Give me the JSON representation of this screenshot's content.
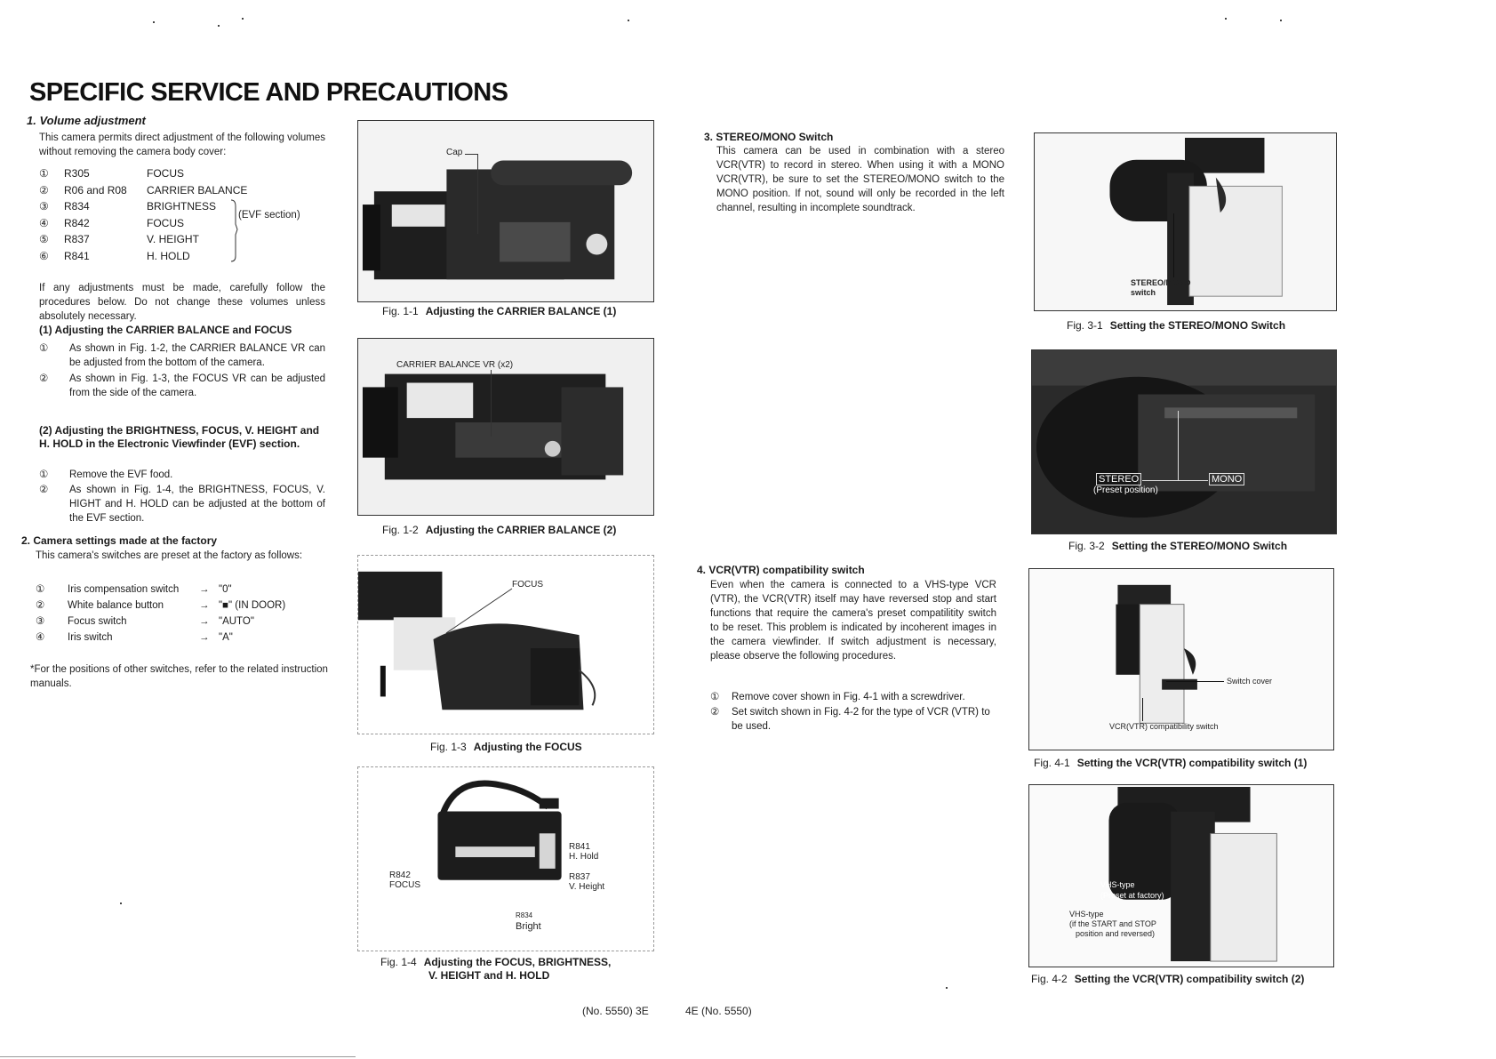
{
  "page_title": "SPECIFIC SERVICE AND PRECAUTIONS",
  "s1": {
    "heading": "1.  Volume adjustment",
    "intro": "This camera permits direct adjustment of the following volumes without removing the camera body cover:",
    "volumes": [
      {
        "num": "①",
        "ref": "R305",
        "fn": "FOCUS"
      },
      {
        "num": "②",
        "ref": "R06 and R08",
        "fn": "CARRIER BALANCE"
      },
      {
        "num": "③",
        "ref": "R834",
        "fn": "BRIGHTNESS"
      },
      {
        "num": "④",
        "ref": "R842",
        "fn": "FOCUS"
      },
      {
        "num": "⑤",
        "ref": "R837",
        "fn": "V. HEIGHT"
      },
      {
        "num": "⑥",
        "ref": "R841",
        "fn": "H. HOLD"
      }
    ],
    "evf_note": "(EVF section)",
    "caution": "If any adjustments must be made, carefully follow the procedures below.  Do not change these volumes unless absolutely necessary.",
    "sub1_heading": "(1)  Adjusting the CARRIER BALANCE and FOCUS",
    "sub1_items": [
      {
        "num": "①",
        "text": "As shown in Fig. 1-2, the CARRIER BALANCE VR can be adjusted from the bottom of the camera."
      },
      {
        "num": "②",
        "text": "As shown in Fig. 1-3, the FOCUS VR can be adjusted from the side of the camera."
      }
    ],
    "sub2_heading": "(2)  Adjusting the BRIGHTNESS, FOCUS, V. HEIGHT and H. HOLD in the Electronic Viewfinder (EVF) section.",
    "sub2_items": [
      {
        "num": "①",
        "text": "Remove the EVF food."
      },
      {
        "num": "②",
        "text": "As shown in Fig. 1-4, the BRIGHTNESS, FOCUS, V. HIGHT and H. HOLD can be adjusted at the bottom of the EVF section."
      }
    ]
  },
  "s2": {
    "heading": "2.  Camera settings made at the factory",
    "intro": "This camera's switches are preset at the factory as follows:",
    "settings": [
      {
        "num": "①",
        "name": "Iris compensation switch",
        "arrow": "→",
        "value": "\"0\""
      },
      {
        "num": "②",
        "name": "White balance button",
        "arrow": "→",
        "value": "\"■\" (IN DOOR)"
      },
      {
        "num": "③",
        "name": "Focus switch",
        "arrow": "→",
        "value": "\"AUTO\""
      },
      {
        "num": "④",
        "name": "Iris switch",
        "arrow": "→",
        "value": "\"A\""
      }
    ],
    "note": "*For the positions of other switches, refer to the related instruction manuals."
  },
  "s3": {
    "heading": "3.  STEREO/MONO Switch",
    "text": "This camera can be used in combination with a stereo VCR(VTR) to record in stereo. When using it with a MONO VCR(VTR), be sure to set the STEREO/MONO switch to the MONO position. If not, sound will only be recorded in the left channel, resulting in incomplete soundtrack."
  },
  "s4": {
    "heading": "4.  VCR(VTR) compatibility switch",
    "text": "Even when the camera is connected to a VHS-type VCR (VTR), the VCR(VTR) itself may have reversed stop and start functions that require the camera's preset compatilitity switch to be reset. This problem is indicated by incoherent images in the camera viewfinder. If switch adjustment is necessary, please observe the following procedures.",
    "items": [
      {
        "num": "①",
        "text": "Remove cover shown in Fig. 4-1 with a screwdriver."
      },
      {
        "num": "②",
        "text": "Set switch shown in Fig. 4-2 for the type of VCR (VTR) to be used."
      }
    ]
  },
  "figures": {
    "f11": {
      "no": "Fig. 1-1",
      "caption": "Adjusting the CARRIER BALANCE (1)",
      "label_cap": "Cap"
    },
    "f12": {
      "no": "Fig. 1-2",
      "caption": "Adjusting the CARRIER BALANCE (2)",
      "label": "CARRIER BALANCE VR (x2)"
    },
    "f13": {
      "no": "Fig. 1-3",
      "caption": "Adjusting the FOCUS",
      "label": "FOCUS"
    },
    "f14": {
      "no": "Fig. 1-4",
      "caption_l1": "Adjusting the FOCUS, BRIGHTNESS,",
      "caption_l2": "V. HEIGHT and H. HOLD",
      "r841": "R841",
      "hhold": "H. Hold",
      "r842": "R842",
      "focus": "FOCUS",
      "r837": "R837",
      "vheight": "V. Height",
      "r834": "R834",
      "bright": "Bright"
    },
    "f31": {
      "no": "Fig. 3-1",
      "caption": "Setting the STEREO/MONO Switch",
      "label1": "STEREO/MONO",
      "label2": "switch"
    },
    "f32": {
      "no": "Fig. 3-2",
      "caption": "Setting the STEREO/MONO Switch",
      "stereo": "STEREO",
      "mono": "MONO",
      "preset": "(Preset position)"
    },
    "f41": {
      "no": "Fig. 4-1",
      "caption": "Setting the VCR(VTR) compatibility switch (1)",
      "switch_cover": "Switch cover",
      "compat": "VCR(VTR) compatibility switch"
    },
    "f42": {
      "no": "Fig. 4-2",
      "caption": "Setting the VCR(VTR) compatibility switch (2)",
      "vhs1": "VHS-type",
      "vhs1b": "(Preset at factory)",
      "vhs2": "VHS-type",
      "vhs2b": "(if the START and STOP",
      "vhs2c": "position and reversed)"
    }
  },
  "footer": {
    "left": "(No. 5550) 3E",
    "right": "4E (No. 5550)"
  }
}
